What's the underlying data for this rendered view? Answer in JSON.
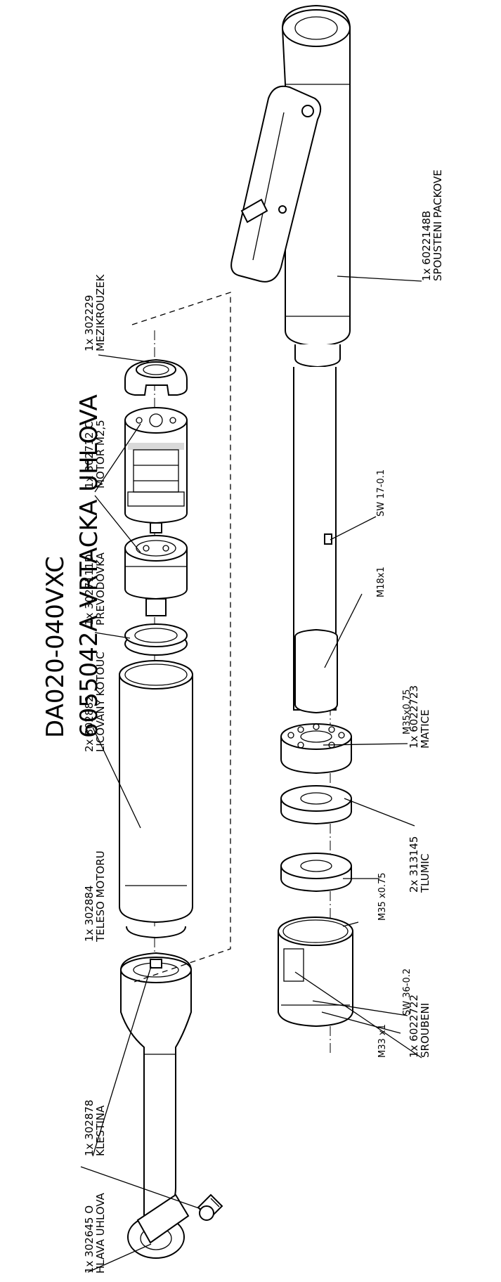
{
  "title": {
    "line1": "DA020-040VXC",
    "line2": "6055042A  VRTACKA UHLOVA"
  },
  "parts": [
    {
      "id": "head",
      "qty_code": "1x 302645 O",
      "name": "HLAVA UHLOVA"
    },
    {
      "id": "collet",
      "qty_code": "1x 302878",
      "name": "KLESTINA"
    },
    {
      "id": "motor-body",
      "qty_code": "1x 302884",
      "name": "TELESO MOTORU"
    },
    {
      "id": "fitted-disc",
      "qty_code": "2x 802882",
      "name": "LICOVANY KOTOUC"
    },
    {
      "id": "gearbox",
      "qty_code": "1x 3027111D",
      "name": "PREVODOVKA"
    },
    {
      "id": "motor",
      "qty_code": "1x 302712 C",
      "name": "MOTOR M2,5"
    },
    {
      "id": "spacer-ring",
      "qty_code": "1x 302229",
      "name": "MEZIKROUZEK"
    },
    {
      "id": "lever-start",
      "qty_code": "1x 6022148B",
      "name": "SPOUSTENI PACKOVE"
    },
    {
      "id": "nut",
      "qty_code": "1x 6022723",
      "name": "MATICE"
    },
    {
      "id": "muffler",
      "qty_code": "2x 313145",
      "name": "TLUMIC"
    },
    {
      "id": "screw-joint",
      "qty_code": "1x 6022722",
      "name": "SROUBENI"
    }
  ],
  "dims": {
    "sw17": "SW  17-0.1",
    "m18": "M18x1",
    "m35_nut": "M35x0.75",
    "m35": "M35  x0.75",
    "sw36": "SW 36-0.2",
    "m33": "M33  x1"
  }
}
